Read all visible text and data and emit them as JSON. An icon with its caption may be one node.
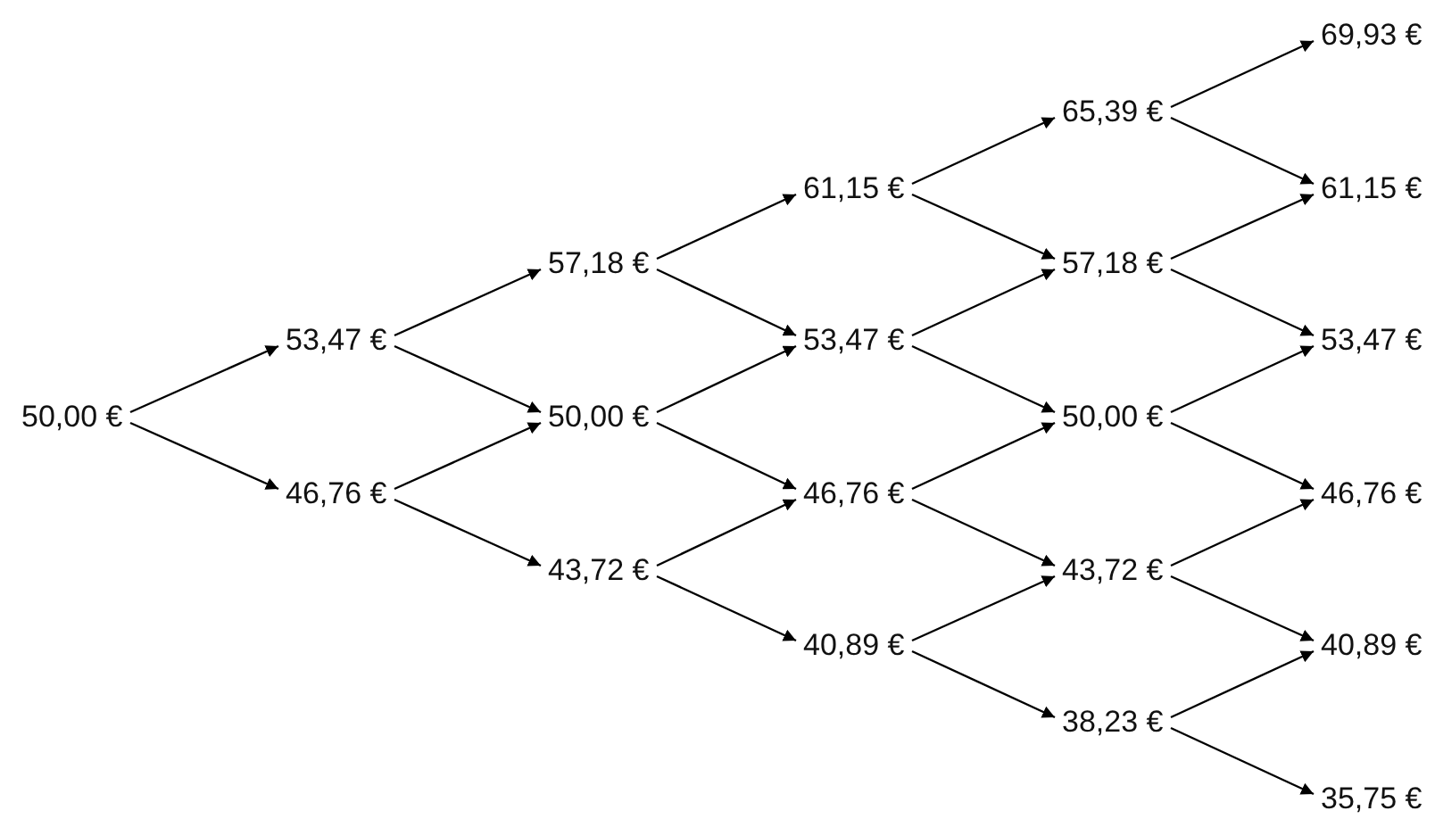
{
  "diagram": {
    "nodes": [
      {
        "text": [
          "50,00 €"
        ]
      },
      {
        "text": [
          "53,47 €"
        ]
      },
      {
        "text": [
          "46,76 €"
        ]
      },
      {
        "text": [
          "57,18 €"
        ]
      },
      {
        "text": [
          "50,00 €"
        ]
      },
      {
        "text": [
          "43,72 €"
        ]
      },
      {
        "text": [
          "61,15 €"
        ]
      },
      {
        "text": [
          "53,47 €"
        ]
      },
      {
        "text": [
          "46,76 €"
        ]
      },
      {
        "text": [
          "40,89 €"
        ]
      },
      {
        "text": [
          "65,39 €"
        ]
      },
      {
        "text": [
          "57,18 €"
        ]
      },
      {
        "text": [
          "50,00 €"
        ]
      },
      {
        "text": [
          "43,72 €"
        ]
      },
      {
        "text": [
          "38,23 €"
        ]
      },
      {
        "text": [
          "69,93 €"
        ]
      },
      {
        "text": [
          "61,15 €"
        ]
      },
      {
        "text": [
          "53,47 €"
        ]
      },
      {
        "text": [
          "46,76 €"
        ]
      },
      {
        "text": [
          "40,89 €"
        ]
      },
      {
        "text": [
          "35,75 €"
        ]
      }
    ],
    "edges": [
      {
        "from": 0,
        "to": 1,
        "arrow": "to"
      },
      {
        "from": 0,
        "to": 2,
        "arrow": "to"
      },
      {
        "from": 1,
        "to": 3,
        "arrow": "to"
      },
      {
        "from": 1,
        "to": 4,
        "arrow": "to"
      },
      {
        "from": 2,
        "to": 4,
        "arrow": "to"
      },
      {
        "from": 2,
        "to": 5,
        "arrow": "to"
      },
      {
        "from": 3,
        "to": 6,
        "arrow": "to"
      },
      {
        "from": 3,
        "to": 7,
        "arrow": "to"
      },
      {
        "from": 4,
        "to": 7,
        "arrow": "to"
      },
      {
        "from": 4,
        "to": 8,
        "arrow": "to"
      },
      {
        "from": 5,
        "to": 8,
        "arrow": "to"
      },
      {
        "from": 5,
        "to": 9,
        "arrow": "to"
      },
      {
        "from": 6,
        "to": 10,
        "arrow": "to"
      },
      {
        "from": 6,
        "to": 11,
        "arrow": "to"
      },
      {
        "from": 7,
        "to": 11,
        "arrow": "to"
      },
      {
        "from": 7,
        "to": 12,
        "arrow": "to"
      },
      {
        "from": 8,
        "to": 12,
        "arrow": "to"
      },
      {
        "from": 8,
        "to": 13,
        "arrow": "to"
      },
      {
        "from": 9,
        "to": 13,
        "arrow": "to"
      },
      {
        "from": 9,
        "to": 14,
        "arrow": "to"
      },
      {
        "from": 10,
        "to": 15,
        "arrow": "to"
      },
      {
        "from": 10,
        "to": 16,
        "arrow": "to"
      },
      {
        "from": 11,
        "to": 16,
        "arrow": "to"
      },
      {
        "from": 11,
        "to": 17,
        "arrow": "to"
      },
      {
        "from": 12,
        "to": 17,
        "arrow": "to"
      },
      {
        "from": 12,
        "to": 18,
        "arrow": "to"
      },
      {
        "from": 13,
        "to": 18,
        "arrow": "to"
      },
      {
        "from": 13,
        "to": 19,
        "arrow": "to"
      },
      {
        "from": 14,
        "to": 19,
        "arrow": "to"
      },
      {
        "from": 14,
        "to": 20,
        "arrow": "to"
      }
    ]
  }
}
